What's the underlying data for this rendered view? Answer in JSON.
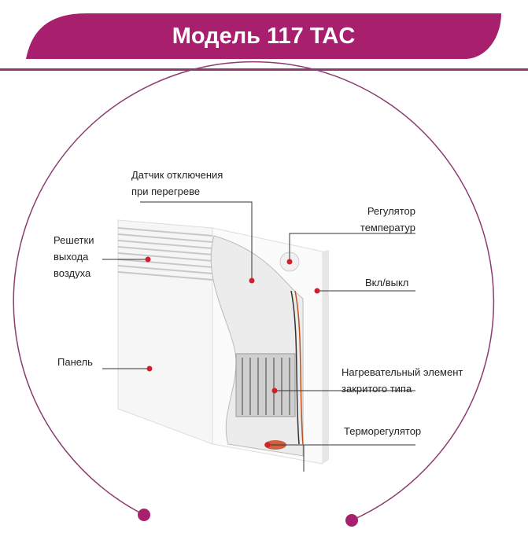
{
  "header": {
    "title": "Модель 117 TAC"
  },
  "colors": {
    "accent": "#a81f6e",
    "rule": "#8c3c70",
    "dot": "#d0202e"
  },
  "labels": {
    "sensor": [
      "Датчик отключения",
      "при перегреве"
    ],
    "regulator": [
      "Регулятор",
      "температур"
    ],
    "switch": "Вкл/выкл",
    "grilles": [
      "Решетки",
      "выхода",
      "воздуха"
    ],
    "panel": "Панель",
    "heater": [
      "Нагревательный элемент",
      "закритого типа"
    ],
    "thermostat": "Терморегулятор"
  }
}
